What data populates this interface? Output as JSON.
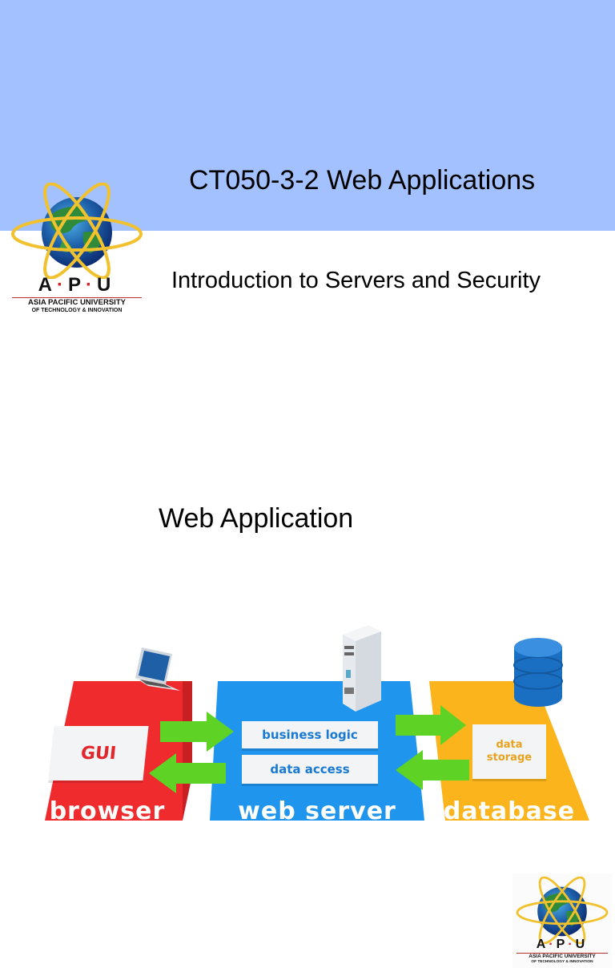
{
  "slide1": {
    "title": "CT050-3-2 Web Applications",
    "subtitle": "Introduction to Servers and Security",
    "band_color": "#a3c1ff",
    "logo": {
      "acronym_a": "A",
      "acronym_p": "P",
      "acronym_u": "U",
      "separator": "·",
      "line1": "ASIA PACIFIC UNIVERSITY",
      "line2": "OF TECHNOLOGY & INNOVATION"
    }
  },
  "slide2": {
    "title": "Web Application",
    "logo": {
      "acronym_a": "A",
      "acronym_p": "P",
      "acronym_u": "U",
      "separator": "·",
      "line1": "ASIA PACIFIC UNIVERSITY",
      "line2": "OF TECHNOLOGY & INNOVATION"
    },
    "diagram": {
      "tiers": [
        {
          "label": "browser",
          "cards": [
            "GUI"
          ],
          "color": "#ef2b2d",
          "icon": "laptop-icon"
        },
        {
          "label": "web server",
          "cards": [
            "business logic",
            "data access"
          ],
          "color": "#1f95ee",
          "icon": "server-tower-icon"
        },
        {
          "label": "database",
          "cards": [
            "data storage"
          ],
          "color": "#fbb41b",
          "icon": "database-cylinder-icon"
        }
      ],
      "arrow_color": "#5fd226"
    }
  }
}
